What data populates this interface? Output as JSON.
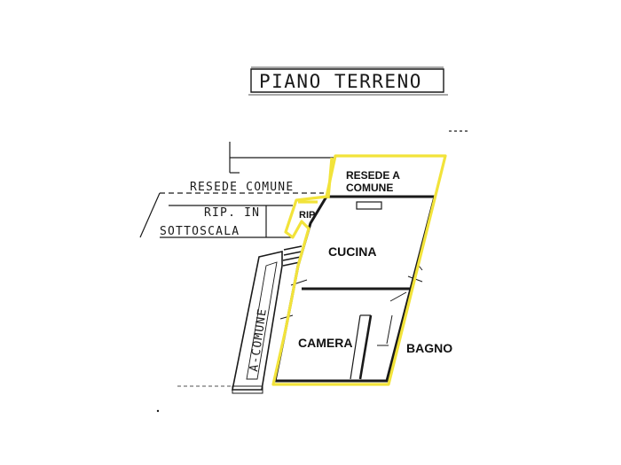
{
  "title": "PIANO TERRENO",
  "labels": {
    "resede_comune": "RESEDE COMUNE",
    "rip_in": "RIP. IN",
    "sottoscala": "SOTTOSCALA",
    "a_comune": "A-COMUNE"
  },
  "rooms": {
    "resede_a_line1": "RESEDE A",
    "resede_a_line2": "COMUNE",
    "rip": "RIP",
    "cucina": "CUCINA",
    "camera": "CAMERA",
    "bagno": "BAGNO"
  },
  "colors": {
    "highlight": "#f2e33a",
    "ink": "#1a1a1a",
    "paper": "#ffffff"
  }
}
